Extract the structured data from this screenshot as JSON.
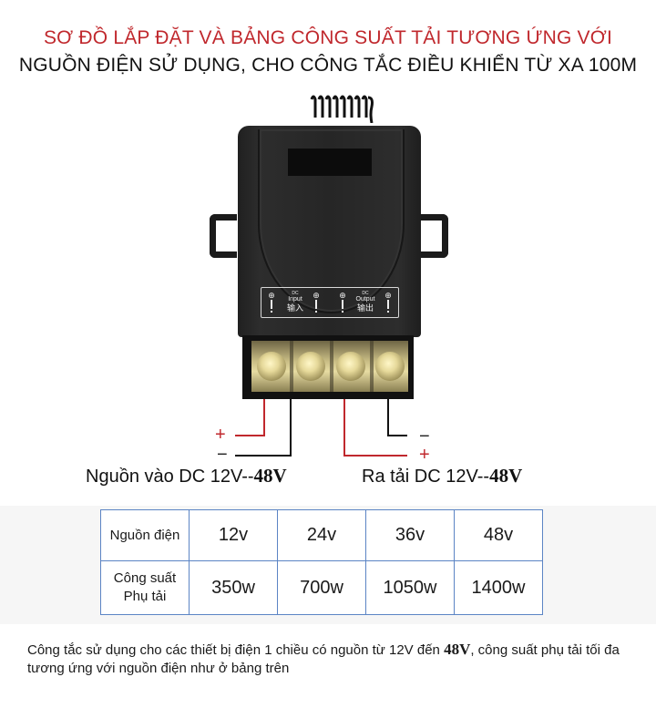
{
  "title": {
    "line1": "SƠ ĐỒ LẮP ĐẶT VÀ BẢNG CÔNG SUẤT TẢI TƯƠNG ỨNG VỚI",
    "line2": "NGUỒN ĐIỆN SỬ DỤNG, CHO CÔNG TẮC ĐIỀU KHIỂN TỪ XA 100M",
    "accent_color": "#c0282d"
  },
  "device": {
    "input_label_dc": "DC",
    "input_label_en": "Input",
    "input_label_zh": "输入",
    "output_label_dc": "DC",
    "output_label_en": "Output",
    "output_label_zh": "输出",
    "terminal_count": 4
  },
  "wiring": {
    "input": {
      "plus": "+",
      "minus": "−",
      "label_prefix": "Nguồn vào DC 12V--",
      "label_suffix": "48V"
    },
    "output": {
      "plus": "+",
      "minus": "−",
      "label_prefix": "Ra tải DC 12V--",
      "label_suffix": "48V"
    },
    "positive_color": "#c0282d",
    "negative_color": "#111111"
  },
  "table": {
    "row1_header": "Nguồn điện",
    "row2_header_line1": "Công suất",
    "row2_header_line2": "Phụ tải",
    "voltages": [
      "12v",
      "24v",
      "36v",
      "48v"
    ],
    "powers": [
      "350w",
      "700w",
      "1050w",
      "1400w"
    ],
    "border_color": "#5b84c4"
  },
  "note": {
    "part1": "Công tắc sử dụng cho các thiết bị điện 1 chiều có nguồn từ 12V đến ",
    "bold": "48V",
    "part2": ", công suất phụ tải tối đa tương ứng với nguồn điện như ở bảng trên"
  }
}
